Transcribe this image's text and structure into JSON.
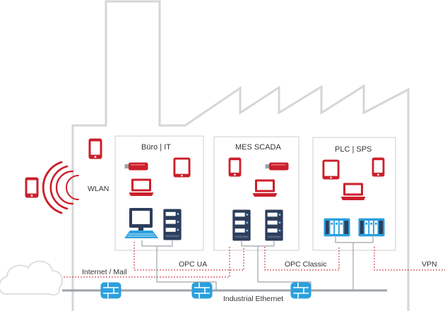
{
  "zones": {
    "office": "Büro | IT",
    "mes": "MES SCADA",
    "plc": "PLC | SPS"
  },
  "labels": {
    "wlan": "WLAN",
    "internet": "Internet / Mail",
    "opc_ua": "OPC UA",
    "opc_classic": "OPC Classic",
    "vpn": "VPN",
    "industrial_ethernet": "Industrial Ethernet"
  },
  "colors": {
    "accent_red": "#cc1f2b",
    "switch_blue": "#2aa0de",
    "server_navy": "#2d3e5c",
    "outline_gray": "#d6d6d6",
    "line_gray": "#9ea3a8"
  }
}
